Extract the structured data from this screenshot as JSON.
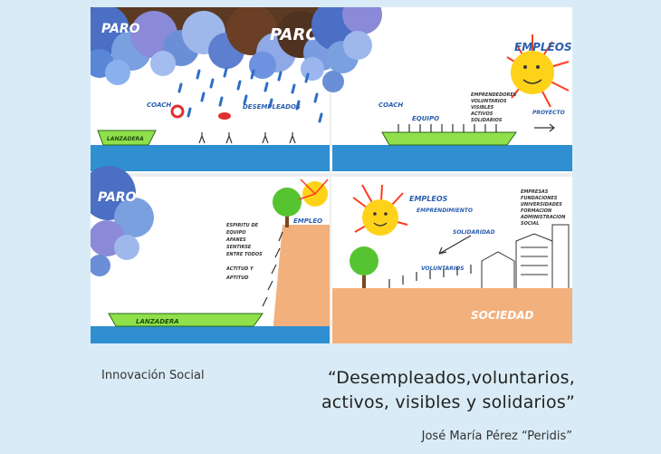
{
  "panels": {
    "panel1": {
      "paro_left": "PARO",
      "paro_right": "PARO",
      "coach": "COACH",
      "desempleados": "DESEMPLEADOS",
      "lanzadera": "LANZADERA"
    },
    "panel2": {
      "empleos": "EMPLEOS",
      "coach": "COACH",
      "equipo": "EQUIPO",
      "values": [
        "EMPRENDEDORES",
        "VOLUNTARIOS",
        "VISIBLES",
        "ACTIVOS",
        "SOLIDARIOS"
      ],
      "proyecto": "PROYECTO"
    },
    "panel3": {
      "paro": "PARO",
      "empleo": "EMPLEO",
      "climb": [
        "ESPIRITU DE",
        "EQUIPO",
        "AFANES",
        "SENTIRSE",
        "ENTRE TODOS",
        "ACTITUD Y",
        "APTITUD"
      ],
      "lanzadera": "LANZADERA"
    },
    "panel4": {
      "empleos": "EMPLEOS",
      "emprendimiento": "EMPRENDIMIENTO",
      "solidaridad": "SOLIDARIDAD",
      "voluntarios": "VOLUNTARIOS",
      "list": [
        "EMPRESAS",
        "FUNDACIONES",
        "UNIVERSIDADES",
        "FORMACION",
        "ADMINISTRACION",
        "SOCIAL"
      ],
      "sociedad": "SOCIEDAD"
    }
  },
  "caption": {
    "left": "Innovación Social",
    "quote_line1": "“Desempleados,voluntarios,",
    "quote_line2": "activos, visibles y solidarios”",
    "author": "José María Pérez “Peridis”"
  },
  "colors": {
    "background": "#d9ebf6",
    "sea": "#2f8fd0",
    "boat": "#8fe04a",
    "cliff": "#f2b07d",
    "sun": "#ffd21a",
    "sun_rays": "#ff3b1f",
    "tree": "#56c431",
    "cloud_blue": "#6b8fd6",
    "cloud_brown": "#5b3a23"
  }
}
